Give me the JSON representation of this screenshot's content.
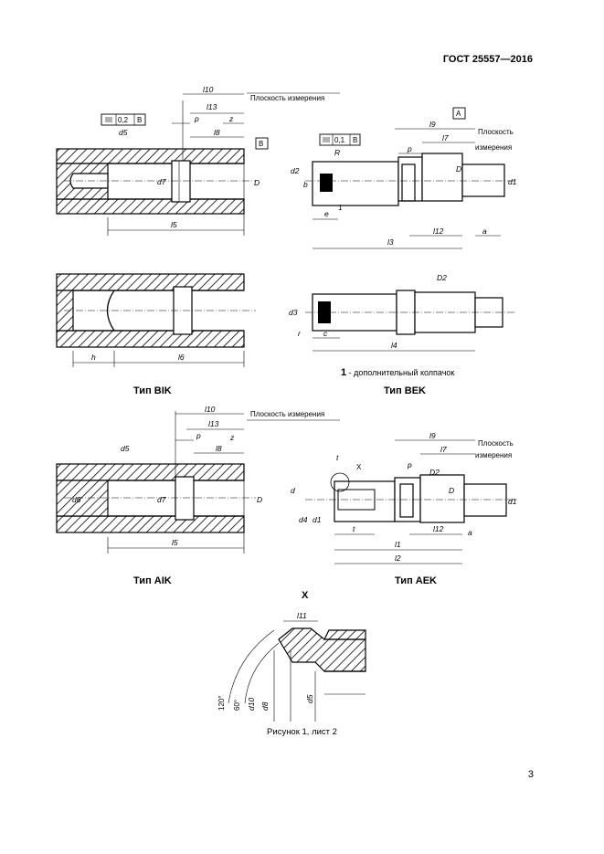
{
  "header": {
    "standard": "ГОСТ 25557—2016"
  },
  "page_number": "3",
  "figure_caption": "Рисунок 1, лист 2",
  "note_text": "- дополнительный колпачок",
  "note_marker": "1",
  "types": {
    "bik": "Тип BIK",
    "bek": "Тип BEK",
    "aik": "Тип AIK",
    "aek": "Тип AEK"
  },
  "labels": {
    "plane": "Плоскость измерения",
    "plane_l1": "Плоскость",
    "plane_l2": "измерения",
    "tol_02": "0,2",
    "tol_01": "0,1",
    "datum_b": "B",
    "datum_a": "A",
    "detail_x": "X"
  },
  "dims": {
    "l10": "l10",
    "l13": "l13",
    "p": "p",
    "z": "z",
    "l8": "l8",
    "d5": "d5",
    "d7": "d7",
    "D": "D",
    "l5": "l5",
    "h": "h",
    "l6": "l6",
    "l9": "l9",
    "l7": "l7",
    "R": "R",
    "d2": "d2",
    "b": "b",
    "e": "e",
    "l12": "l12",
    "a": "a",
    "l3": "l3",
    "d1": "d1",
    "D2": "D2",
    "d3": "d3",
    "r": "r",
    "c": "c",
    "l4": "l4",
    "d4": "d4",
    "d6": "d6",
    "t": "t",
    "l1": "l1",
    "l2": "l2",
    "d": "d",
    "l11": "l11",
    "d10": "d10",
    "d8": "d8",
    "a120": "120°",
    "a60": "60°"
  }
}
